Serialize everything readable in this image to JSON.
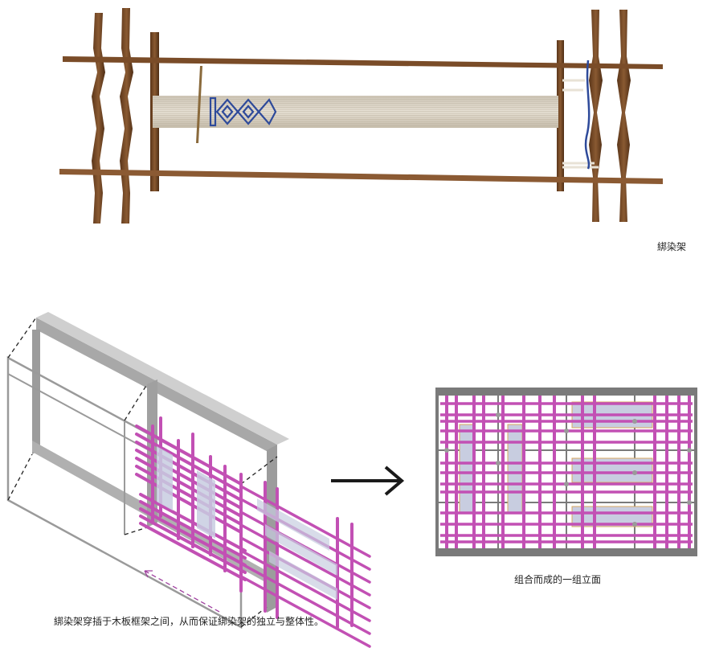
{
  "photo": {
    "caption": "綁染架",
    "wood_color": "#6e4524",
    "cloth_color": "#d9d2c6",
    "pattern_color": "#2e4a9a"
  },
  "isometric_diagram": {
    "caption": "綁染架穿插于木板框架之间，从而保证綁染架的独立与整体性。",
    "frame_color": "#b4b4b4",
    "rack_color": "#c250b4",
    "cloth_color": "#c8cde0",
    "dash_color": "#a040a0",
    "icon": "dashed-arrow-icon"
  },
  "transition": {
    "icon": "right-arrow-icon",
    "color": "#1a1a1a"
  },
  "elevation_diagram": {
    "caption": "组合而成的一组立面",
    "frame_color": "#7a7a7a",
    "rack_color": "#c250b4",
    "cloth_color": "#c8cde0",
    "node_color": "#9a9a9a"
  }
}
